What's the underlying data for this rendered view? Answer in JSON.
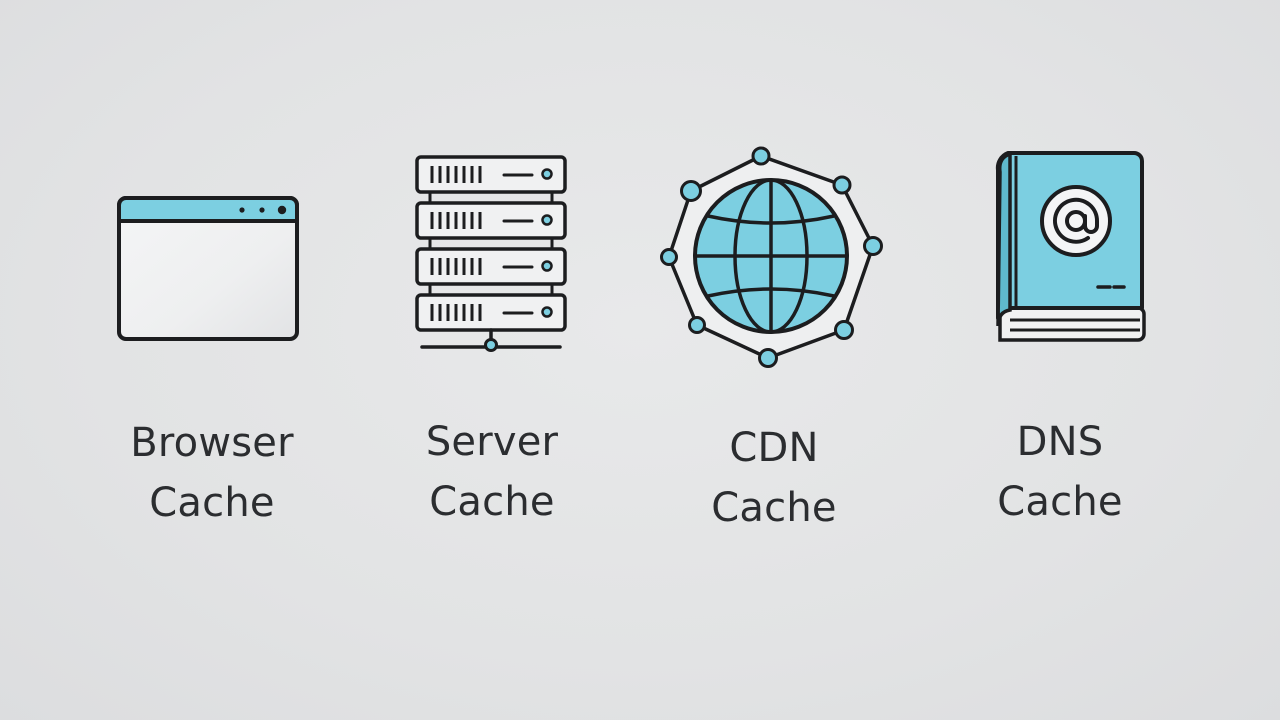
{
  "colors": {
    "background": "#e3e4e5",
    "accent": "#7ccfe1",
    "stroke": "#1c1d1f",
    "panel": "#eeeff0",
    "label": "#2b2d30"
  },
  "items": [
    {
      "icon": "browser-window-icon",
      "line1": "Browser",
      "line2": "Cache"
    },
    {
      "icon": "server-rack-icon",
      "line1": "Server",
      "line2": "Cache"
    },
    {
      "icon": "globe-network-icon",
      "line1": "CDN",
      "line2": "Cache"
    },
    {
      "icon": "address-book-icon",
      "line1": "DNS",
      "line2": "Cache"
    }
  ]
}
